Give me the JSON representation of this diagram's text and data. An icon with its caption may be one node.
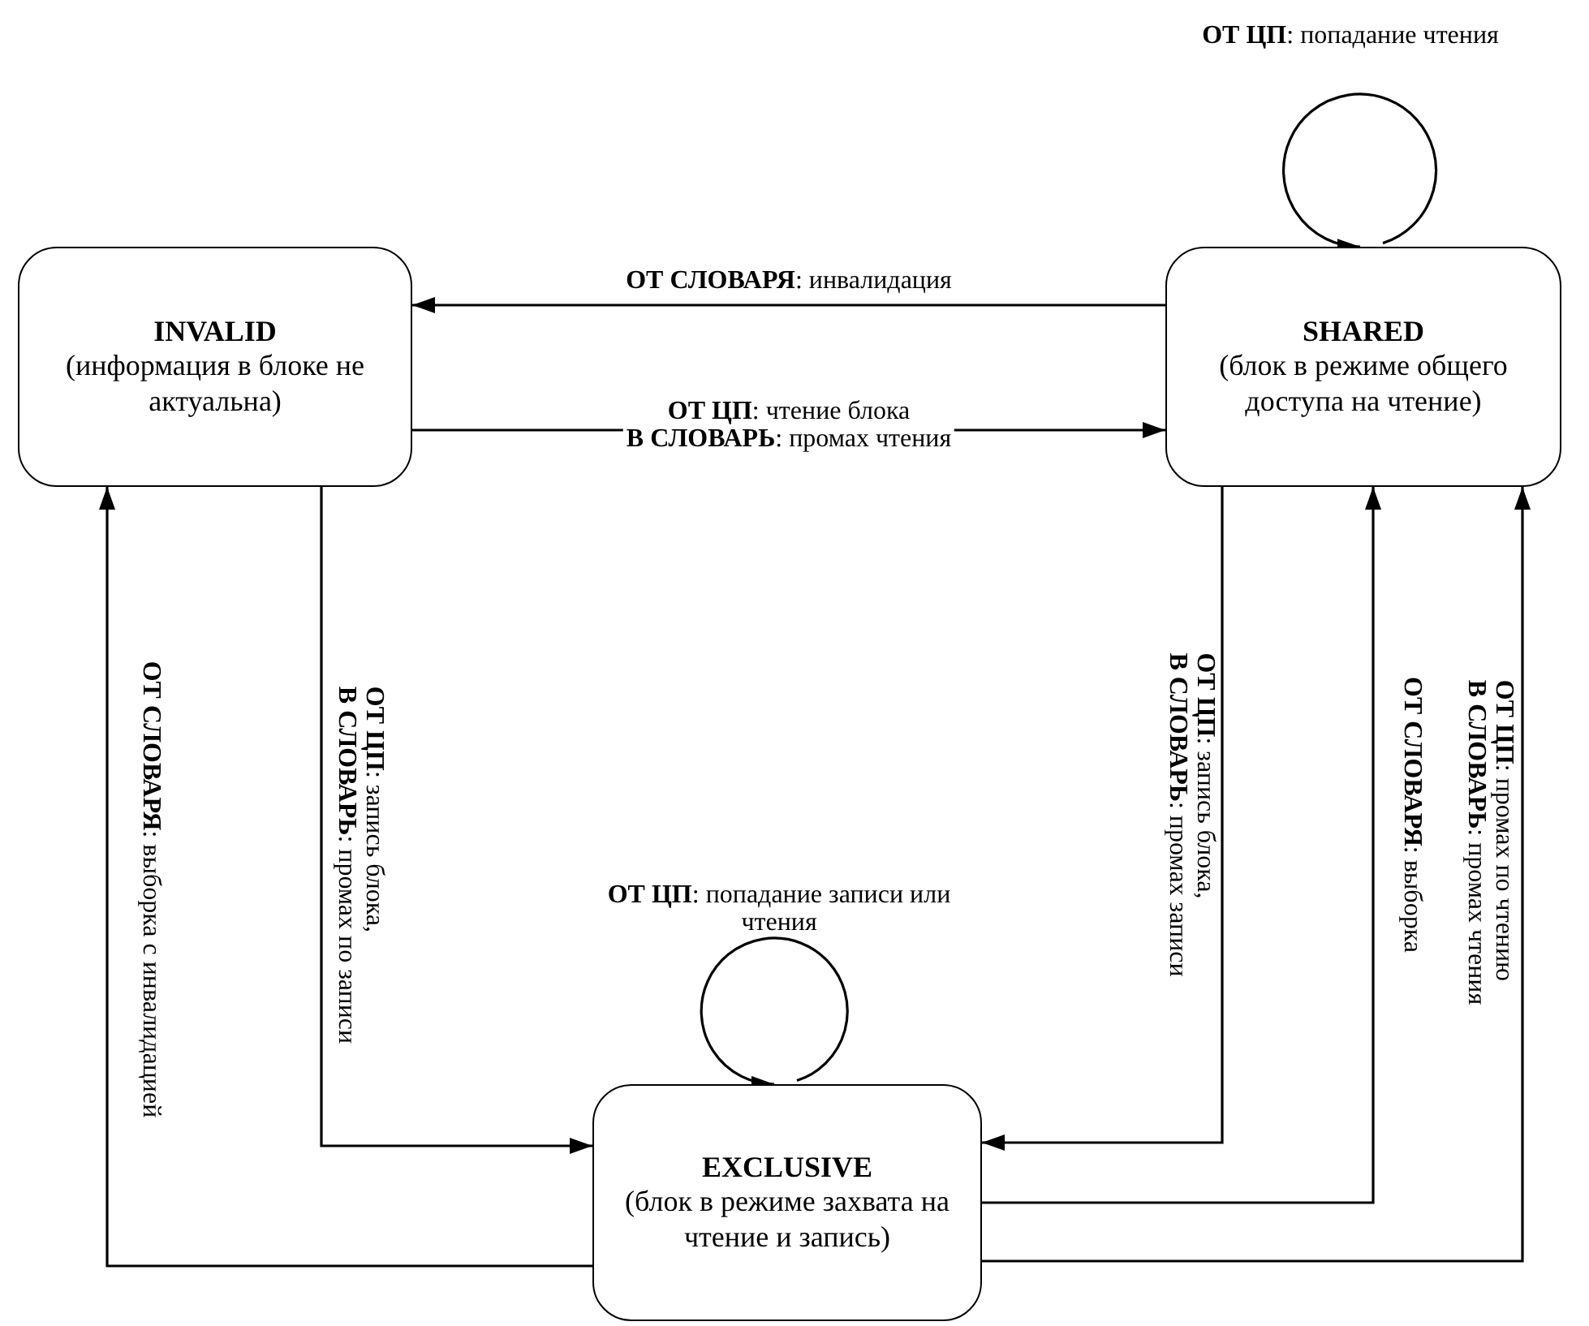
{
  "diagram": {
    "nodes": [
      {
        "text": [
          "INVALID",
          "(информация в блоке не актуальна)"
        ]
      },
      {
        "text": [
          "SHARED",
          "(блок в режиме общего доступа на чтение)"
        ]
      },
      {
        "text": [
          "EXCLUSIVE",
          "(блок в режиме захвата на чтение и запись)"
        ]
      }
    ],
    "edges": [
      {
        "from": 1,
        "to": 0,
        "arrow": "to",
        "label": "**ОТ СЛОВАРЯ**: инвалидация"
      },
      {
        "from": 0,
        "to": 1,
        "arrow": "to",
        "label": "**ОТ ЦП**: чтение блока **В СЛОВАРЬ**: промах чтения"
      },
      {
        "from": 1,
        "to": 1,
        "arrow": "to",
        "label": "**ОТ ЦП**: попадание чтения"
      },
      {
        "from": 2,
        "to": 2,
        "arrow": "to",
        "label": "**ОТ ЦП**: попадание записи или чтения"
      },
      {
        "from": 0,
        "to": 2,
        "arrow": "to",
        "label": "**ОТ ЦП**: запись блока, **В СЛОВАРЬ**: промах по записи"
      },
      {
        "from": 2,
        "to": 0,
        "arrow": "to",
        "label": "**ОТ СЛОВАРЯ**: выборка с инвалидацией"
      },
      {
        "from": 1,
        "to": 2,
        "arrow": "to",
        "label": "**ОТ ЦП**: запись блока, **В СЛОВАРЬ**: промах записи"
      },
      {
        "from": 2,
        "to": 1,
        "arrow": "to",
        "label": "**ОТ СЛОВАРЯ**: выборка"
      },
      {
        "from": 2,
        "to": 1,
        "arrow": "to",
        "label": "**ОТ ЦП**: промах по чтению **В СЛОВАРЬ**: промах чтения"
      }
    ]
  }
}
